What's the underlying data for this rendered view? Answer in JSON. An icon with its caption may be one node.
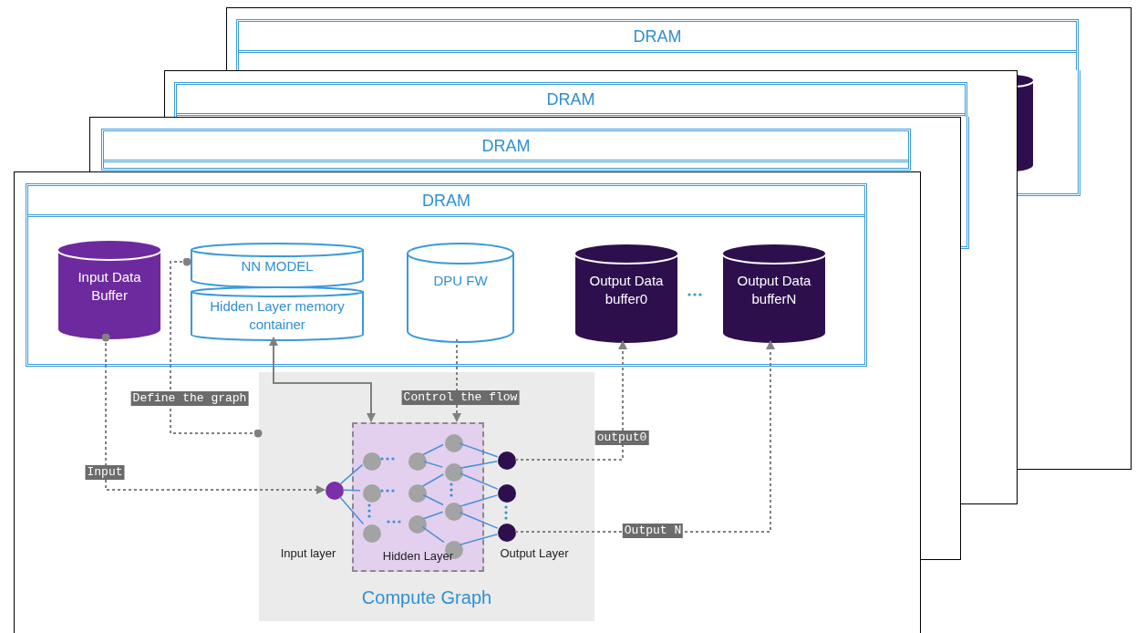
{
  "diagram": {
    "nodes": [
      {
        "text": [],
        "shape": "box"
      },
      {
        "text": [
          "DRAM"
        ],
        "in": 0
      },
      {
        "text": [],
        "shape": "box"
      },
      {
        "text": [
          "DRAM"
        ],
        "in": 2
      },
      {
        "text": [],
        "shape": "box"
      },
      {
        "text": [
          "DRAM"
        ],
        "in": 4
      },
      {
        "text": [],
        "shape": "box"
      },
      {
        "text": [
          "DRAM"
        ],
        "in": 6
      },
      {
        "text": [
          "Input Data Buffer"
        ],
        "in": 7
      },
      {
        "text": [
          "NN MODEL",
          "Hidden Layer memory container"
        ],
        "in": 7
      },
      {
        "text": [
          "DPU FW"
        ],
        "in": 7
      },
      {
        "text": [
          "Output Data buffer0"
        ],
        "in": 7
      },
      {
        "text": [
          "Output Data bufferN"
        ],
        "in": 7
      },
      {
        "text": [
          "Compute Graph"
        ],
        "in": 6
      },
      {
        "text": [
          "Hidden Layer"
        ],
        "in": 13
      },
      {
        "text": [],
        "shape": "circle",
        "in": 13
      },
      {
        "text": [],
        "shape": "circle",
        "in": 14
      },
      {
        "text": [],
        "shape": "circle",
        "in": 14
      },
      {
        "text": [],
        "shape": "circle",
        "in": 14
      },
      {
        "text": [],
        "shape": "circle",
        "in": 14
      },
      {
        "text": [],
        "shape": "circle",
        "in": 14
      },
      {
        "text": [],
        "shape": "circle",
        "in": 14
      },
      {
        "text": [],
        "shape": "circle",
        "in": 14
      },
      {
        "text": [],
        "shape": "circle",
        "in": 14
      },
      {
        "text": [],
        "shape": "circle",
        "in": 14
      },
      {
        "text": [],
        "shape": "circle",
        "in": 14
      },
      {
        "text": [],
        "shape": "circle",
        "in": 13
      },
      {
        "text": [],
        "shape": "circle",
        "in": 13
      },
      {
        "text": [],
        "shape": "circle",
        "in": 13
      }
    ],
    "edges": [
      {
        "from": 8,
        "to": 15,
        "arrow": "to",
        "label": "Input",
        "style": "dashed",
        "color": "#808080"
      },
      {
        "from": 13,
        "to": 9,
        "arrow": "other",
        "label": "Define the graph",
        "style": "dashed",
        "color": "#808080"
      },
      {
        "from": 9,
        "to": 14,
        "arrow": "both",
        "color": "#808080"
      },
      {
        "from": 10,
        "to": 14,
        "arrow": "to",
        "label": "Control the flow",
        "style": "dashed",
        "color": "#808080"
      },
      {
        "from": 26,
        "to": 11,
        "arrow": "to",
        "label": "output0",
        "style": "dashed",
        "color": "#808080"
      },
      {
        "from": 28,
        "to": 12,
        "arrow": "to",
        "label": "Output N",
        "style": "dashed",
        "color": "#808080"
      },
      {
        "from": 15,
        "to": 16,
        "arrow": "none"
      },
      {
        "from": 15,
        "to": 17,
        "arrow": "none"
      },
      {
        "from": 15,
        "to": 18,
        "arrow": "none"
      },
      {
        "from": 19,
        "to": 22,
        "arrow": "none"
      },
      {
        "from": 19,
        "to": 23,
        "arrow": "none"
      },
      {
        "from": 20,
        "to": 23,
        "arrow": "none"
      },
      {
        "from": 20,
        "to": 24,
        "arrow": "none"
      },
      {
        "from": 21,
        "to": 24,
        "arrow": "none"
      },
      {
        "from": 21,
        "to": 25,
        "arrow": "none"
      },
      {
        "from": 22,
        "to": 26,
        "arrow": "none"
      },
      {
        "from": 23,
        "to": 26,
        "arrow": "none"
      },
      {
        "from": 23,
        "to": 27,
        "arrow": "none"
      },
      {
        "from": 24,
        "to": 27,
        "arrow": "none"
      },
      {
        "from": 24,
        "to": 28,
        "arrow": "none"
      },
      {
        "from": 25,
        "to": 28,
        "arrow": "none"
      }
    ],
    "labels": [
      "Input layer",
      "Output Layer"
    ]
  }
}
